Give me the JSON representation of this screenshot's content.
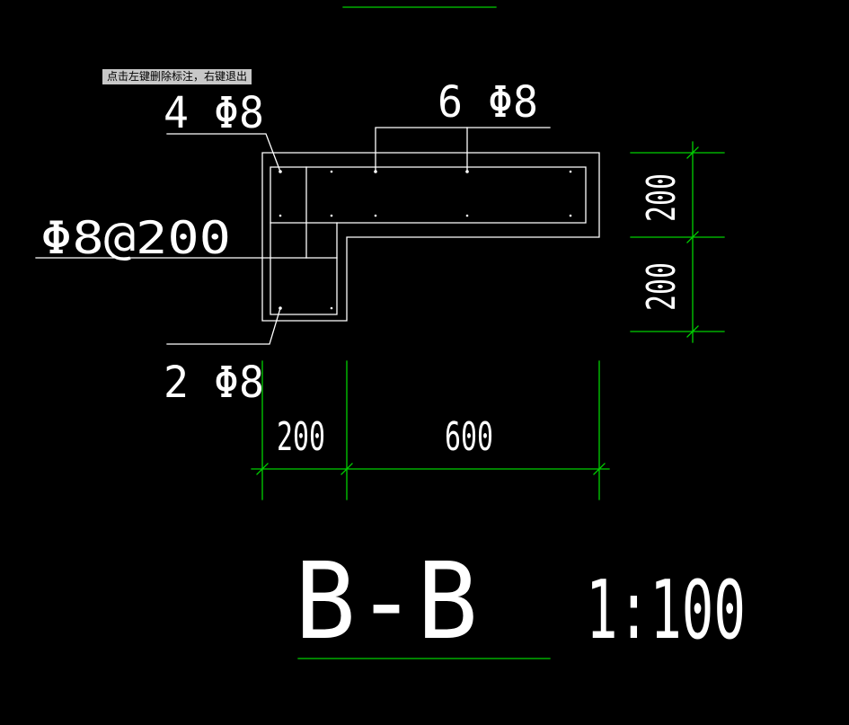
{
  "tooltip": "点击左键删除标注，右键退出",
  "labels": {
    "rebar_top_left": "4 Φ8",
    "rebar_top_right": "6 Φ8",
    "stirrup": "Φ8@200",
    "rebar_bottom": "2 Φ8"
  },
  "dimensions": {
    "horizontal": [
      "200",
      "600"
    ],
    "vertical": [
      "200",
      "200"
    ]
  },
  "section": {
    "name": "B-B",
    "scale": "1:100"
  },
  "colors": {
    "background": "#000000",
    "geometry": "#ffffff",
    "dimension_lines": "#00d000"
  }
}
